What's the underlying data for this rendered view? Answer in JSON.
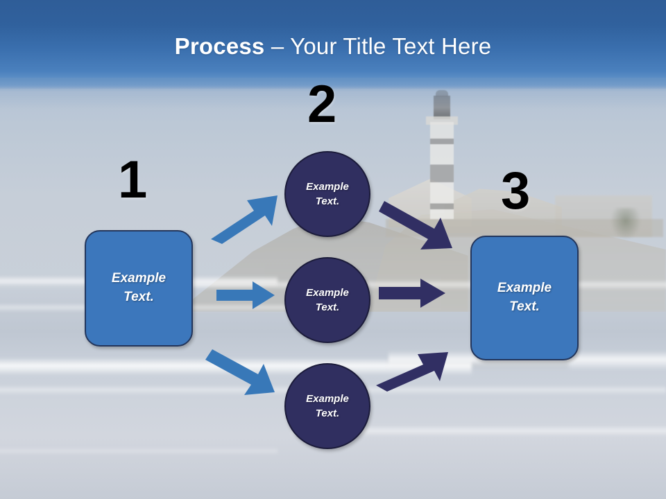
{
  "slide": {
    "title_bold": "Process",
    "title_rest": " – Your Title Text Here",
    "background_description": "lighthouse-beach-photo"
  },
  "colors": {
    "banner_top": "#2f5d98",
    "banner_bottom": "#6e9bcd",
    "box_fill": "#3c77bc",
    "box_border": "#23365c",
    "circle_fill": "#302f60",
    "circle_border": "#1b1b3a",
    "arrow_blue": "#3878b8",
    "arrow_navy": "#312f63",
    "number_color": "#000000",
    "shape_text_color": "#ffffff"
  },
  "steps": [
    {
      "number": "1",
      "label": "Example\nText."
    },
    {
      "number": "2",
      "label": "Example\nText."
    },
    {
      "number": "3",
      "label": "Example\nText."
    }
  ],
  "stage1": {
    "number": "1",
    "box_text": "Example\nText."
  },
  "stage2": {
    "number": "2",
    "circles": [
      {
        "text": "Example\nText."
      },
      {
        "text": "Example\nText."
      },
      {
        "text": "Example\nText."
      }
    ]
  },
  "stage3": {
    "number": "3",
    "box_text": "Example\nText."
  },
  "arrows": {
    "in_top": "arrow-up-right-blue",
    "in_middle": "arrow-right-blue",
    "in_bottom": "arrow-down-right-blue",
    "out_top": "arrow-down-right-navy",
    "out_middle": "arrow-right-navy",
    "out_bottom": "arrow-up-right-navy"
  }
}
